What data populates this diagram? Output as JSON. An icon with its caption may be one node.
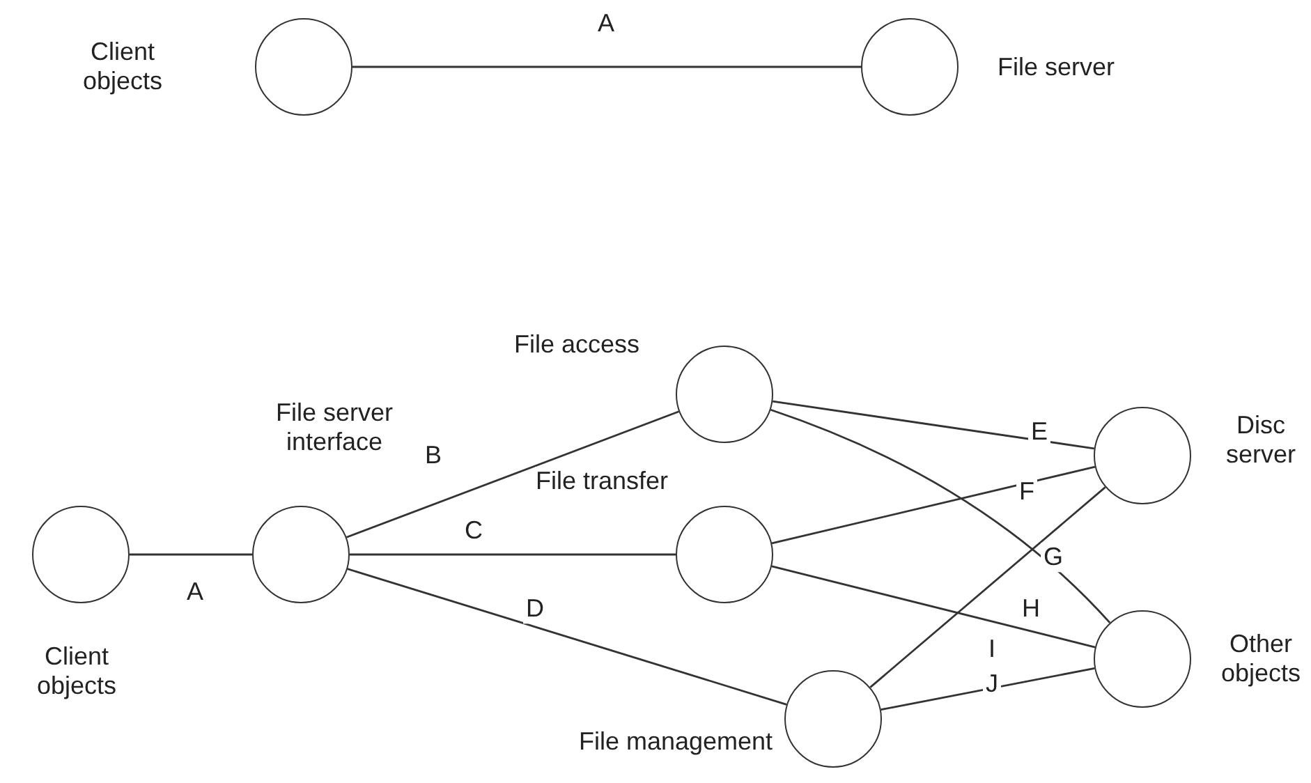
{
  "diagram": {
    "nodes": [
      {
        "text": [],
        "shape": "circle",
        "beside": [
          "Client objects"
        ]
      },
      {
        "text": [],
        "shape": "circle",
        "beside": [
          "File server"
        ]
      },
      {
        "text": [],
        "shape": "circle",
        "beside": [
          "Client objects"
        ]
      },
      {
        "text": [],
        "shape": "circle",
        "beside": [
          "File server interface"
        ]
      },
      {
        "text": [],
        "shape": "circle",
        "beside": [
          "File access"
        ]
      },
      {
        "text": [],
        "shape": "circle",
        "beside": [
          "File transfer"
        ]
      },
      {
        "text": [],
        "shape": "circle",
        "beside": [
          "File management"
        ]
      },
      {
        "text": [],
        "shape": "circle",
        "beside": [
          "Disc server"
        ]
      },
      {
        "text": [],
        "shape": "circle",
        "beside": [
          "Other objects"
        ]
      }
    ],
    "edges": [
      {
        "from": 0,
        "to": 1,
        "arrow": "none",
        "label": "A"
      },
      {
        "from": 2,
        "to": 3,
        "arrow": "none",
        "label": "A"
      },
      {
        "from": 3,
        "to": 4,
        "arrow": "none",
        "label": "B"
      },
      {
        "from": 3,
        "to": 5,
        "arrow": "none",
        "label": "C"
      },
      {
        "from": 3,
        "to": 6,
        "arrow": "none",
        "label": "D"
      },
      {
        "from": 4,
        "to": 7,
        "arrow": "none",
        "label": "E"
      },
      {
        "from": 5,
        "to": 7,
        "arrow": "none",
        "label": "F"
      },
      {
        "from": 6,
        "to": 7,
        "arrow": "none",
        "label": "G"
      },
      {
        "from": 4,
        "to": 8,
        "arrow": "none",
        "label": "H"
      },
      {
        "from": 5,
        "to": 8,
        "arrow": "none",
        "label": "I"
      },
      {
        "from": 6,
        "to": 8,
        "arrow": "none",
        "label": "J"
      }
    ]
  }
}
